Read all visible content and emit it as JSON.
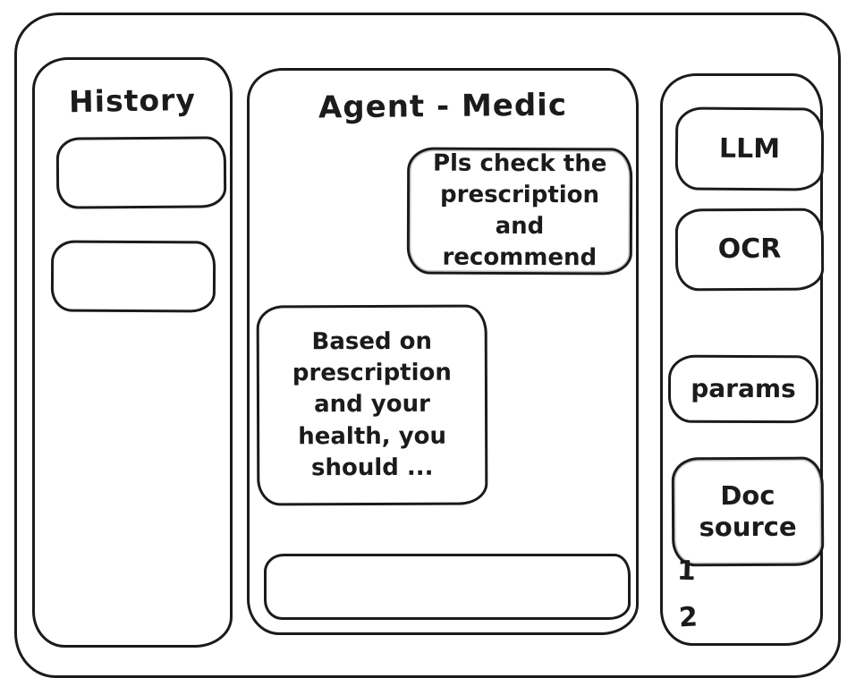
{
  "window": {
    "title": "Agent - Medic"
  },
  "history_sidebar": {
    "title": "History",
    "items": [
      {
        "label": ""
      },
      {
        "label": ""
      }
    ]
  },
  "chat": {
    "title": "Agent - Medic",
    "messages": [
      {
        "role": "user",
        "text": "Pls check the prescription and recommend"
      },
      {
        "role": "assistant",
        "text": "Based on prescription and your health, you should ..."
      }
    ],
    "input": {
      "value": "",
      "placeholder": ""
    }
  },
  "tools_sidebar": {
    "buttons": [
      {
        "id": "llm",
        "label": "LLM"
      },
      {
        "id": "ocr",
        "label": "OCR"
      },
      {
        "id": "params",
        "label": "params"
      },
      {
        "id": "doc-source",
        "label": "Doc source"
      }
    ],
    "doc_source_items": [
      "1",
      "2"
    ]
  },
  "colors": {
    "stroke": "#1b1b1b",
    "background": "#ffffff"
  }
}
